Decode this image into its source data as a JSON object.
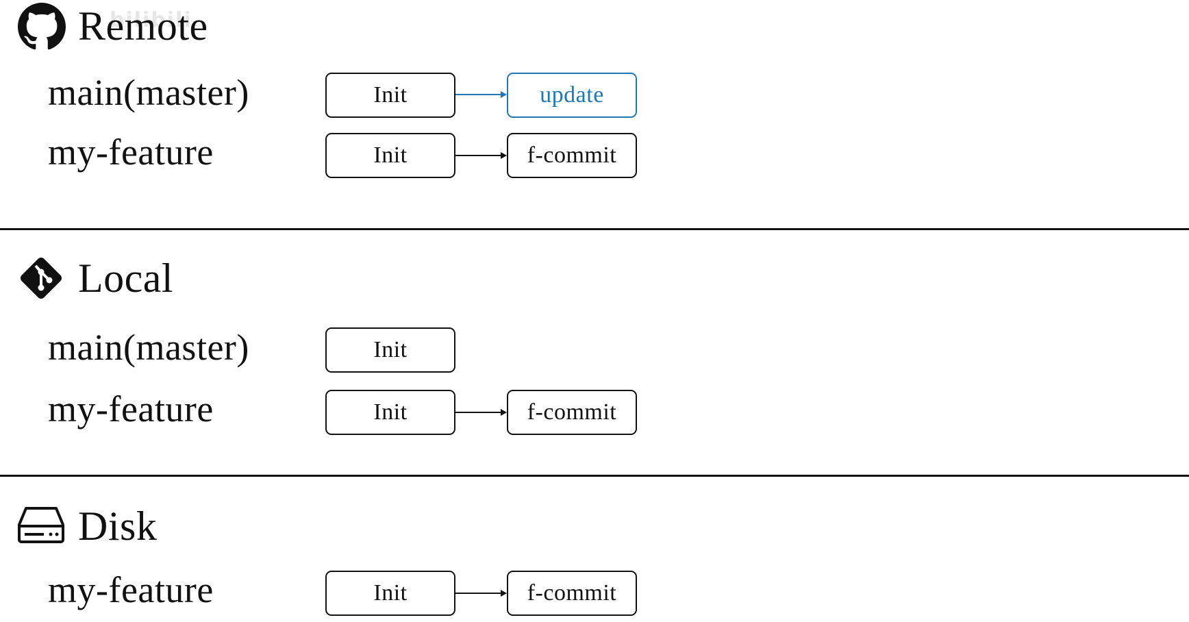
{
  "watermark": "bilibili",
  "sections": {
    "remote": {
      "title": "Remote",
      "icon": "github-icon",
      "branches": [
        {
          "label": "main(master)",
          "commits": [
            "Init",
            "update"
          ],
          "highlight": "update",
          "highlight_color": "#1f78b4"
        },
        {
          "label": "my-feature",
          "commits": [
            "Init",
            "f-commit"
          ]
        }
      ]
    },
    "local": {
      "title": "Local",
      "icon": "git-icon",
      "branches": [
        {
          "label": "main(master)",
          "commits": [
            "Init"
          ]
        },
        {
          "label": "my-feature",
          "commits": [
            "Init",
            "f-commit"
          ]
        }
      ]
    },
    "disk": {
      "title": "Disk",
      "icon": "hard-drive-icon",
      "branches": [
        {
          "label": "my-feature",
          "commits": [
            "Init",
            "f-commit"
          ]
        }
      ]
    }
  }
}
